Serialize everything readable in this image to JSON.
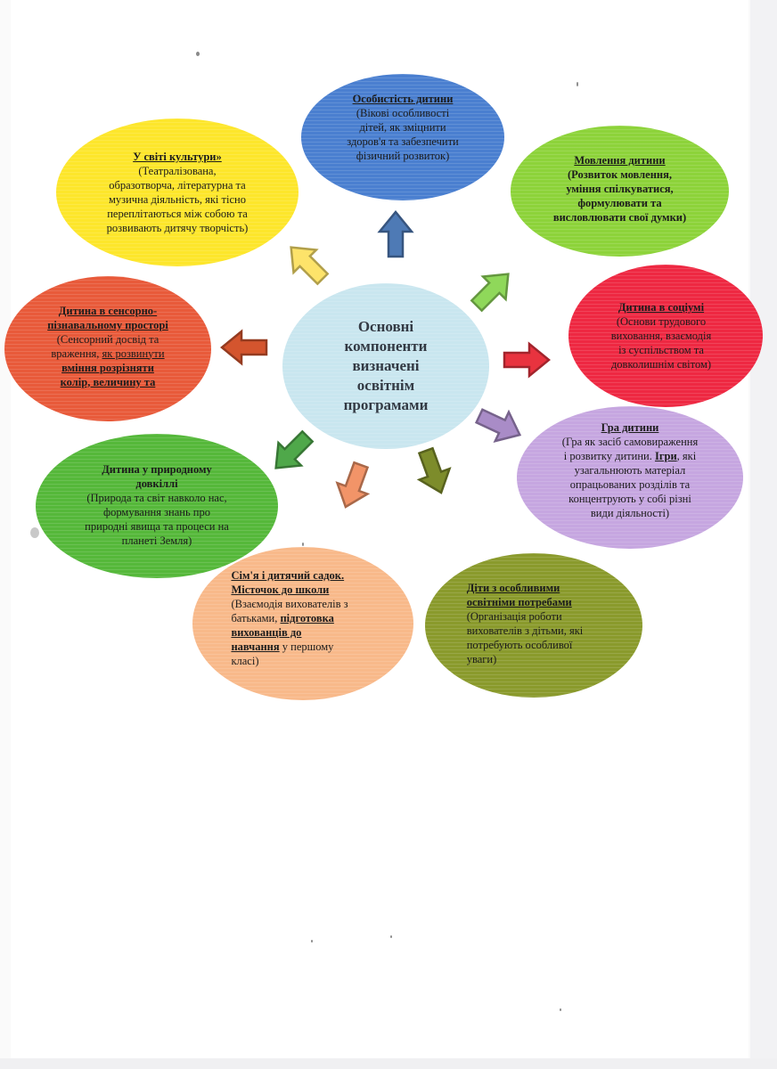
{
  "center": {
    "lines": [
      "Основні",
      "компоненти",
      "визначені",
      "освітнім",
      "програмами"
    ]
  },
  "bubbles": {
    "personality": {
      "title": "Особистість дитини",
      "lines": [
        "(Вікові особливості",
        "дітей, як зміцнити",
        "здоров'я та забезпечити",
        "фізичний розвиток)"
      ],
      "color": "#4a7fd0"
    },
    "speech": {
      "title": "Мовлення дитини",
      "lines": [
        "(Розвиток мовлення,",
        "уміння спілкуватися,",
        "формулювати та",
        "висловлювати свої думки)"
      ],
      "color": "#8dd33a"
    },
    "culture": {
      "title": "У світі культури»",
      "lines": [
        "(Театралізована,",
        "образотворча, літературна та",
        "музична діяльність, які тісно",
        "переплітаються між собою та",
        "розвивають дитячу творчість)"
      ],
      "color": "#fde62b"
    },
    "society": {
      "title": "Дитина в соціумі",
      "lines": [
        "(Основи трудового",
        "виховання, взаємодія",
        "із суспільством та",
        "довколишнім світом)"
      ],
      "color": "#ee2842"
    },
    "sensory": {
      "title_line1": "Дитина в сенсорно-",
      "title_line2": "пізнавальному просторі",
      "line1": "(Сенсорний досвід та",
      "line2_a": "враження, ",
      "line2_b": "як розвинути",
      "line3": "вміння розрізняти",
      "line4": "колір, величину та",
      "color": "#e85a3a"
    },
    "play": {
      "title": "Гра дитини",
      "line1": "(Гра як засіб самовираження",
      "line2": "і розвитку дитини. ",
      "line2_u": "Ігри",
      "line2_end": ", які",
      "line3": "узагальнюють матеріал",
      "line4": "опрацьованих розділів та",
      "line5": "концентрують у собі різні",
      "line6": "види діяльності)",
      "color": "#c6a6e0"
    },
    "nature": {
      "title_line1": "Дитина у природному",
      "title_line2": "довкіллі",
      "lines": [
        "(Природа та світ навколо нас,",
        "формування знань про",
        "природні явища та процеси на",
        "планеті Земля)"
      ],
      "color": "#55b83a"
    },
    "family": {
      "title_line1": "Сім'я і дитячий садок.",
      "title_line2": "Місточок до школи",
      "line1": "(Взаємодія вихователів з",
      "line2_a": "батьками, ",
      "line2_b": "підготовка",
      "line3": "вихованців до",
      "line4_a": "навчання",
      "line4_b": " у першому",
      "line5": "класі)",
      "color": "#f8b98a"
    },
    "special": {
      "title_line1": "Діти з особливими",
      "title_line2": "освітніми потребами",
      "lines": [
        "(Організація роботи",
        "вихователів з дітьми, які",
        "потребують особливої",
        "уваги)"
      ],
      "color": "#8a9a2c"
    }
  },
  "arrow_colors": {
    "up": "#4e7ab5",
    "up_right": "#8fd85a",
    "up_left": "#fde36a",
    "right": "#e8333f",
    "left": "#d4552e",
    "down_right_purple": "#a98cc7",
    "down_left": "#4fa84a",
    "down": "#f29468",
    "down_olive": "#7d8c2b"
  }
}
